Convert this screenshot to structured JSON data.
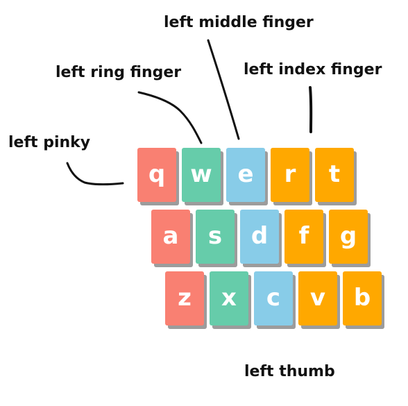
{
  "colors": {
    "pinky": "#f98072",
    "ring": "#66ccaa",
    "middle": "#88cce8",
    "index": "#ffa800"
  },
  "labels": {
    "pinky": "left pinky",
    "ring": "left ring finger",
    "middle": "left middle finger",
    "index": "left index finger",
    "thumb": "left thumb"
  },
  "keyboard": {
    "rows": [
      [
        {
          "key": "q",
          "finger": "pinky"
        },
        {
          "key": "w",
          "finger": "ring"
        },
        {
          "key": "e",
          "finger": "middle"
        },
        {
          "key": "r",
          "finger": "index"
        },
        {
          "key": "t",
          "finger": "index"
        }
      ],
      [
        {
          "key": "a",
          "finger": "pinky"
        },
        {
          "key": "s",
          "finger": "ring"
        },
        {
          "key": "d",
          "finger": "middle"
        },
        {
          "key": "f",
          "finger": "index"
        },
        {
          "key": "g",
          "finger": "index"
        }
      ],
      [
        {
          "key": "z",
          "finger": "pinky"
        },
        {
          "key": "x",
          "finger": "ring"
        },
        {
          "key": "c",
          "finger": "middle"
        },
        {
          "key": "v",
          "finger": "index"
        },
        {
          "key": "b",
          "finger": "index"
        }
      ]
    ]
  }
}
